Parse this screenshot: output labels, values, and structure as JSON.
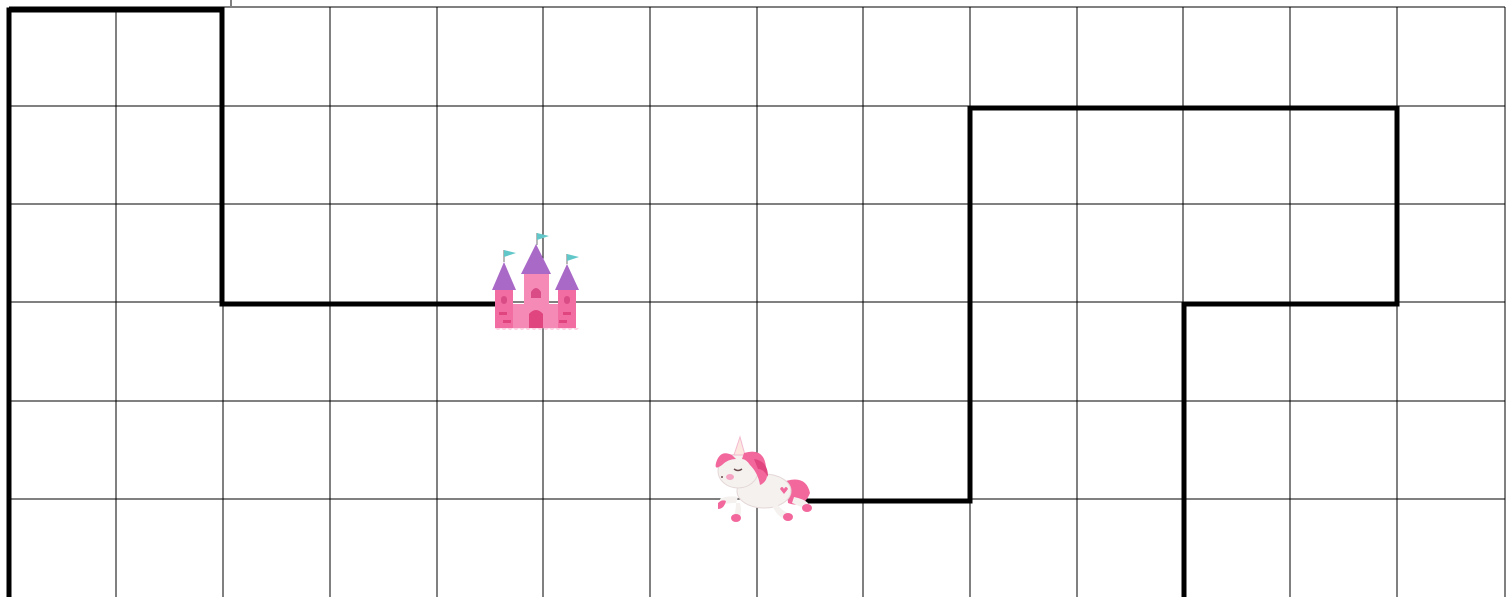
{
  "board": {
    "columns": 14,
    "rows": 6,
    "grid_color": "#000000",
    "path_color": "#000000"
  },
  "pieces": {
    "castle": {
      "icon": "castle-icon",
      "column": 5,
      "row": 3
    },
    "unicorn": {
      "icon": "unicorn-icon",
      "column": 7,
      "row": 5
    }
  },
  "colors": {
    "castle_pink": "#f26ea2",
    "castle_purple": "#a869c7",
    "flag_teal": "#62c7c9",
    "unicorn_mane": "#f2679c",
    "unicorn_body": "#f4f1ef"
  }
}
